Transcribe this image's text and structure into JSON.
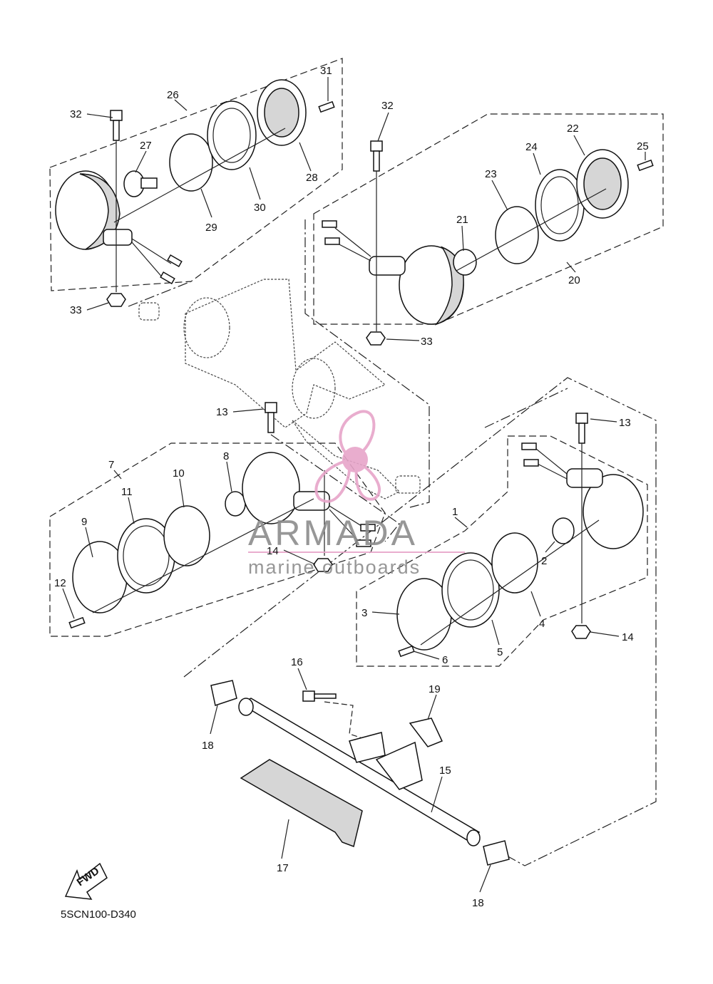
{
  "diagram": {
    "code": "5SCN100-D340",
    "fwd_label": "FWD",
    "callouts": [
      {
        "id": "c-32a",
        "text": "32"
      },
      {
        "id": "c-26",
        "text": "26"
      },
      {
        "id": "c-31",
        "text": "31"
      },
      {
        "id": "c-27",
        "text": "27"
      },
      {
        "id": "c-28",
        "text": "28"
      },
      {
        "id": "c-30",
        "text": "30"
      },
      {
        "id": "c-29",
        "text": "29"
      },
      {
        "id": "c-33a",
        "text": "33"
      },
      {
        "id": "c-32b",
        "text": "32"
      },
      {
        "id": "c-22",
        "text": "22"
      },
      {
        "id": "c-24",
        "text": "24"
      },
      {
        "id": "c-25",
        "text": "25"
      },
      {
        "id": "c-23",
        "text": "23"
      },
      {
        "id": "c-21",
        "text": "21"
      },
      {
        "id": "c-20",
        "text": "20"
      },
      {
        "id": "c-33b",
        "text": "33"
      },
      {
        "id": "c-13a",
        "text": "13"
      },
      {
        "id": "c-13b",
        "text": "13"
      },
      {
        "id": "c-7",
        "text": "7"
      },
      {
        "id": "c-8",
        "text": "8"
      },
      {
        "id": "c-10",
        "text": "10"
      },
      {
        "id": "c-11",
        "text": "11"
      },
      {
        "id": "c-9",
        "text": "9"
      },
      {
        "id": "c-14a",
        "text": "14"
      },
      {
        "id": "c-12",
        "text": "12"
      },
      {
        "id": "c-1",
        "text": "1"
      },
      {
        "id": "c-2",
        "text": "2"
      },
      {
        "id": "c-3",
        "text": "3"
      },
      {
        "id": "c-4",
        "text": "4"
      },
      {
        "id": "c-5",
        "text": "5"
      },
      {
        "id": "c-6",
        "text": "6"
      },
      {
        "id": "c-14b",
        "text": "14"
      },
      {
        "id": "c-16",
        "text": "16"
      },
      {
        "id": "c-19",
        "text": "19"
      },
      {
        "id": "c-18a",
        "text": "18"
      },
      {
        "id": "c-15",
        "text": "15"
      },
      {
        "id": "c-17",
        "text": "17"
      },
      {
        "id": "c-18b",
        "text": "18"
      }
    ]
  },
  "watermark": {
    "brand": "ARMADA",
    "tagline": "marine outboards",
    "color": "#e7a5c9"
  }
}
